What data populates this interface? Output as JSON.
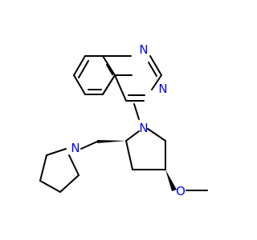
{
  "molecule": {
    "atom_labels": {
      "n1": "N",
      "n3": "N",
      "n_pyrrolidine_ring": "N",
      "n_pyrrolidinyl": "N",
      "o_methoxy": "O"
    },
    "colors": {
      "bond": "#000000",
      "heteroatom": "#0000ff",
      "background": "#ffffff"
    }
  }
}
